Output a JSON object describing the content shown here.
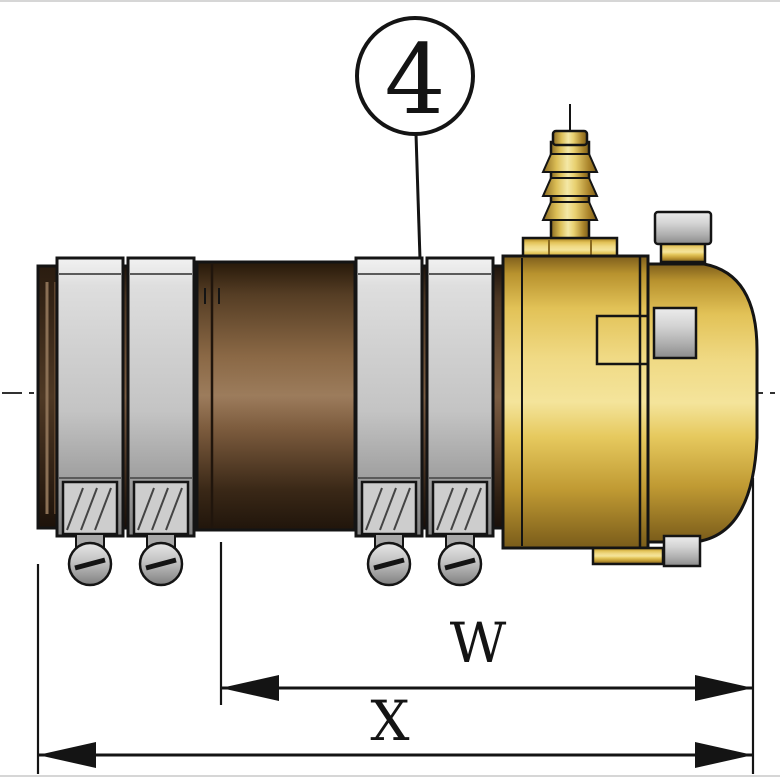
{
  "figure": {
    "callout_number": "4",
    "dimension_labels": {
      "w": "W",
      "x": "X"
    }
  },
  "colors": {
    "line": "#141414",
    "rubber_hose": "#6b4f36",
    "clamp_steel": "#c4c4c4",
    "brass_body": "#e2c257",
    "background": "#ffffff"
  },
  "parts": [
    {
      "name": "rubber-hose-coupling"
    },
    {
      "name": "hose-clamp",
      "count": 4
    },
    {
      "name": "clamp-screw",
      "count": 4
    },
    {
      "name": "brass-valve-body"
    },
    {
      "name": "hose-barb-fitting"
    },
    {
      "name": "plug-fitting"
    }
  ]
}
